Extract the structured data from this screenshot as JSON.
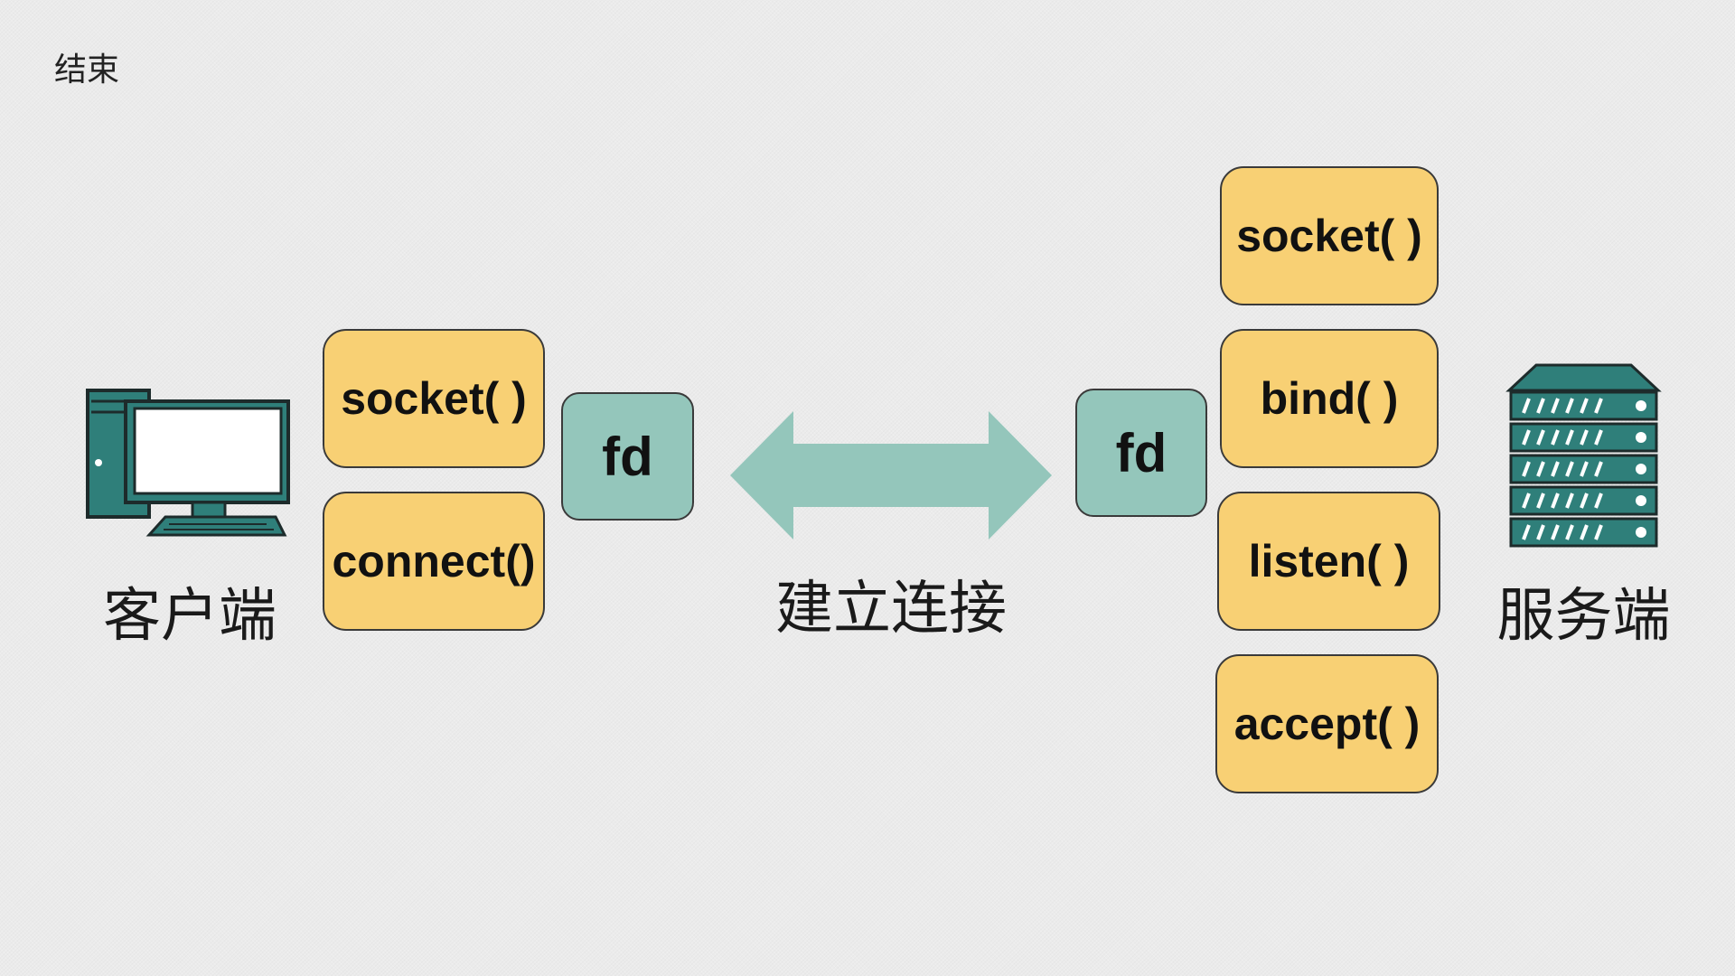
{
  "title": "结束",
  "client": {
    "label": "客户端",
    "icon": "desktop-computer-icon",
    "functions": [
      "socket( )",
      "connect()"
    ],
    "fd_label": "fd"
  },
  "connection": {
    "label": "建立连接",
    "icon": "double-arrow-icon"
  },
  "server": {
    "label": "服务端",
    "icon": "server-rack-icon",
    "functions": [
      "socket( )",
      "bind( )",
      "listen( )",
      "accept( )"
    ],
    "fd_label": "fd"
  },
  "colors": {
    "function_box": "#f8d074",
    "fd_box": "#94c6bb",
    "arrow": "#94c6bb",
    "icon_teal": "#2f7f7a",
    "icon_dark": "#1d2b2b",
    "background": "#ebebeb"
  }
}
